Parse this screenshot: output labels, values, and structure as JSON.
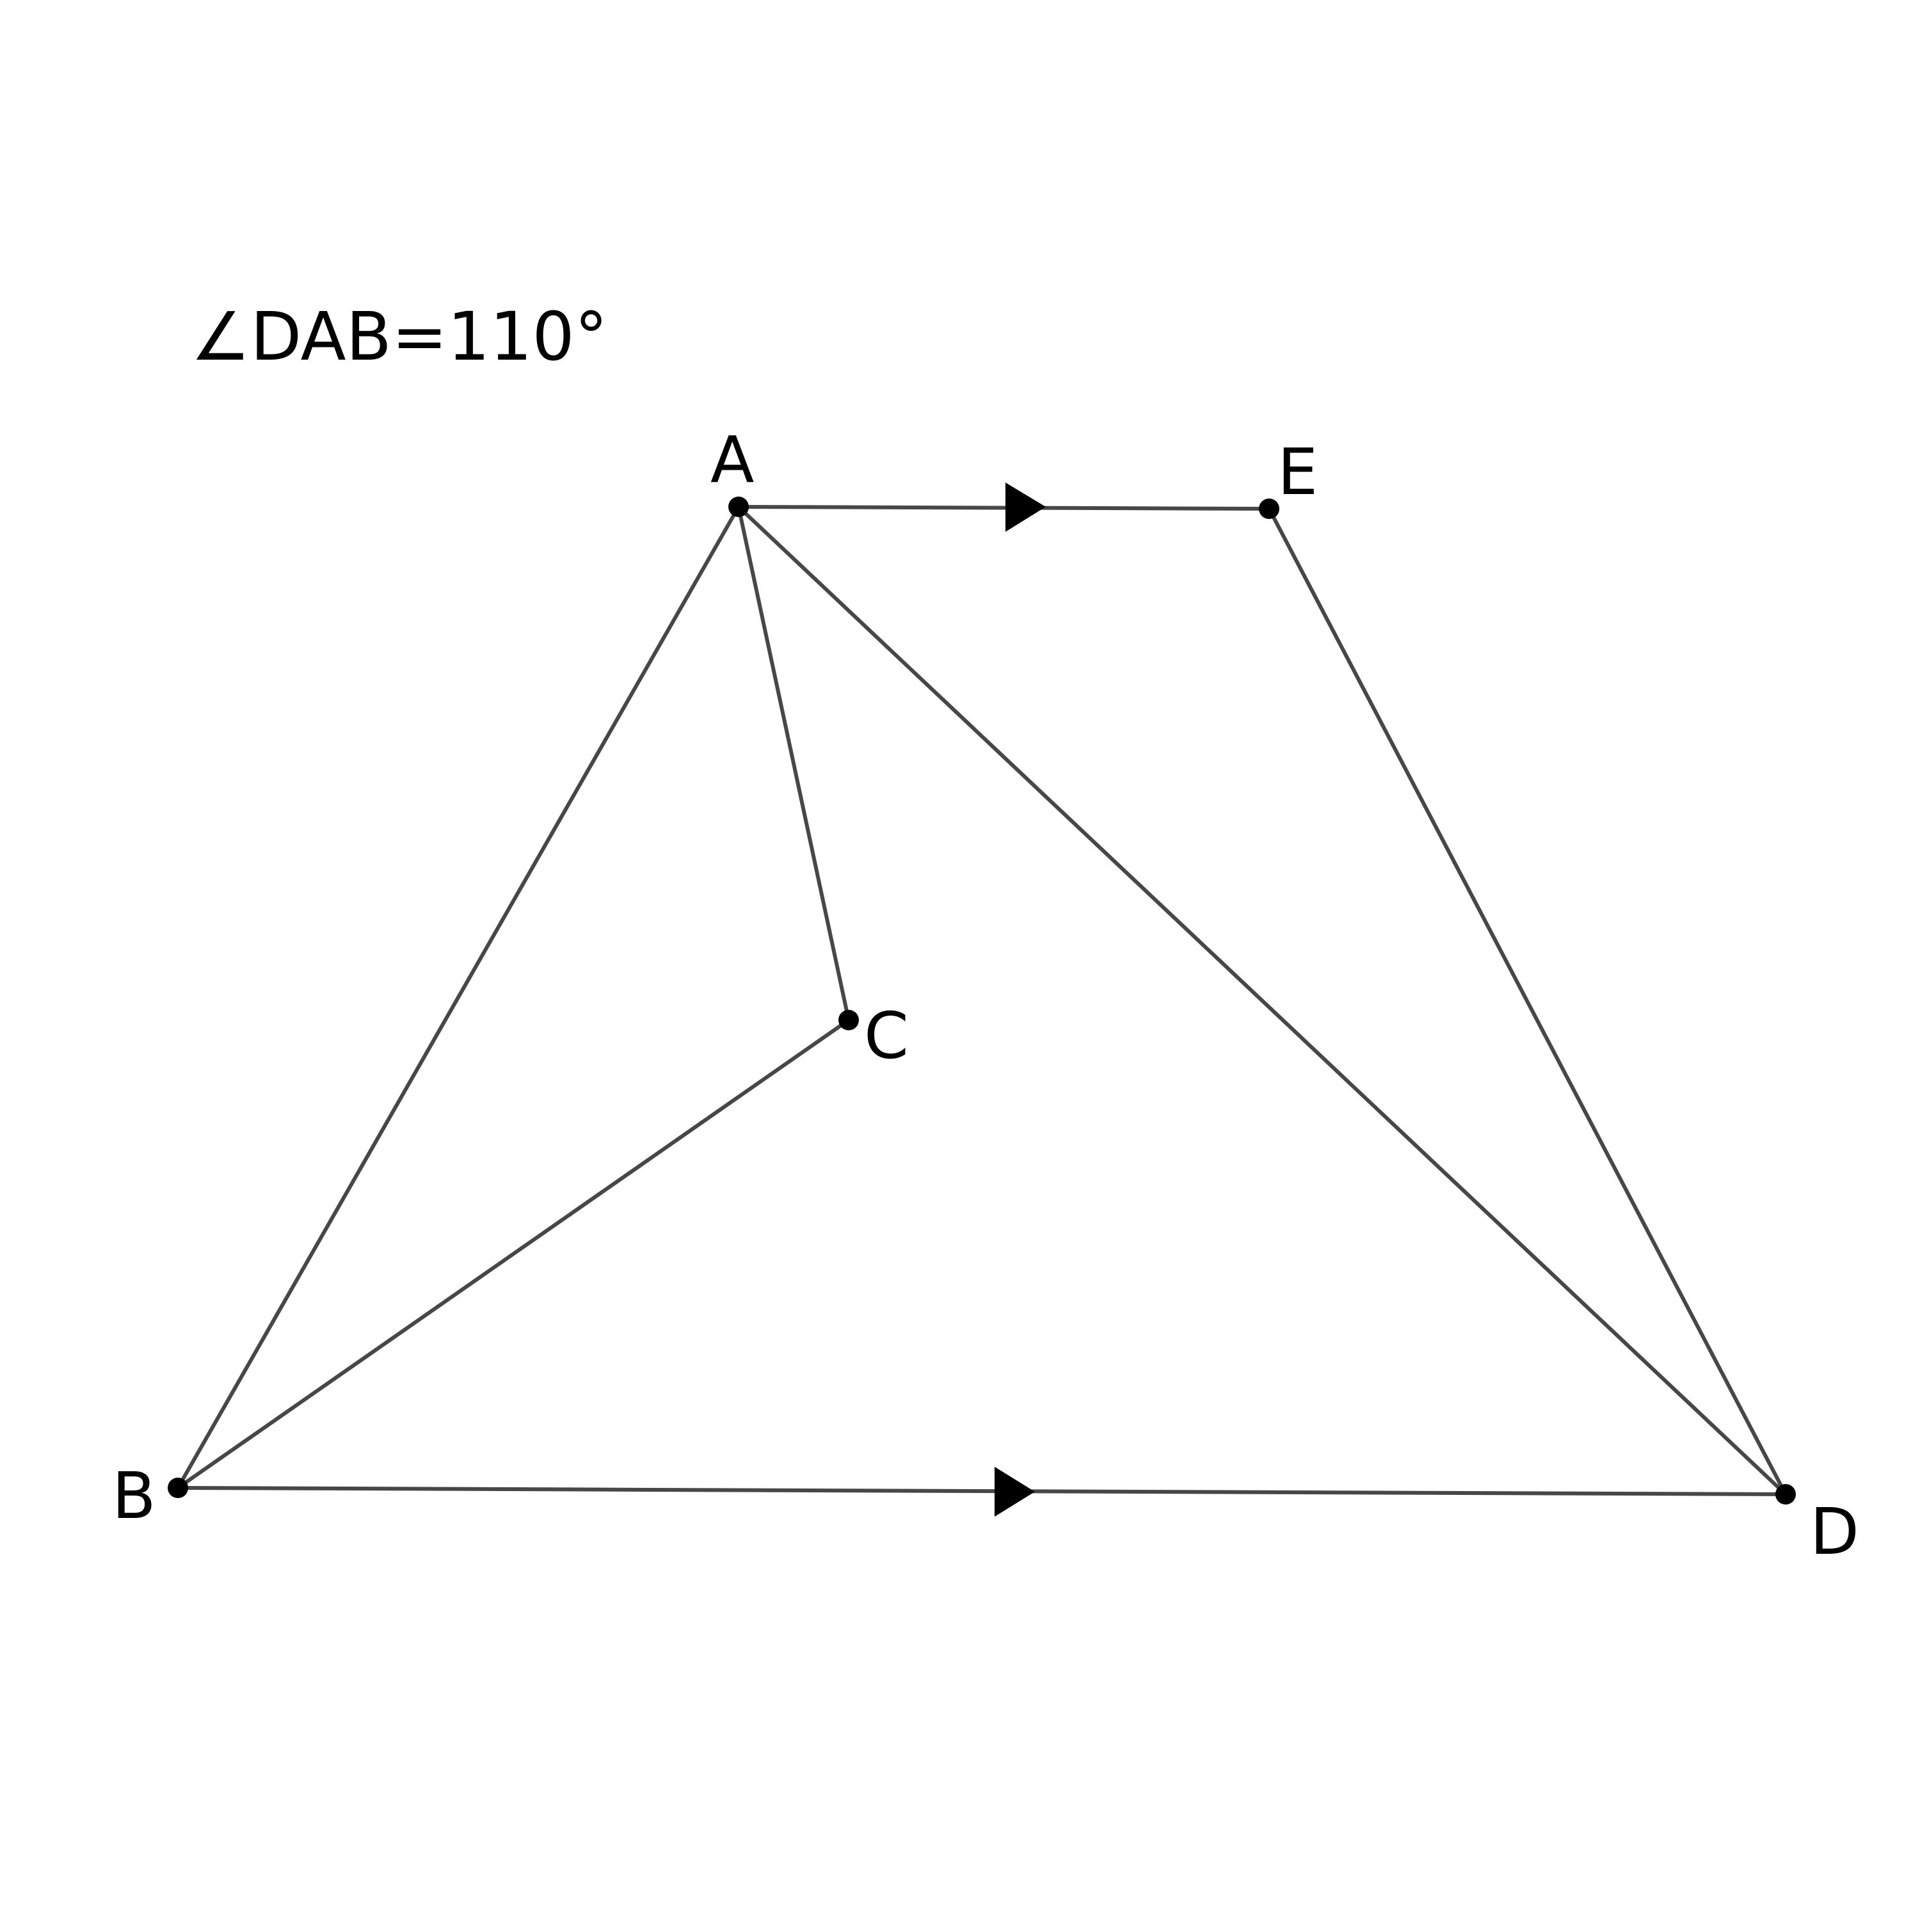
{
  "figure": {
    "angle_measure": "∠DAB=110°",
    "point_labels": {
      "A": "A",
      "B": "B",
      "C": "C",
      "D": "D",
      "E": "E"
    },
    "segments": [
      "AB",
      "AC",
      "BC",
      "AD",
      "AE",
      "BD",
      "DE"
    ],
    "parallel_marked_segments": [
      "AE",
      "BD"
    ],
    "colors": {
      "line": "#474747",
      "point": "#000000",
      "text": "#000000",
      "background": "#ffffff"
    }
  }
}
